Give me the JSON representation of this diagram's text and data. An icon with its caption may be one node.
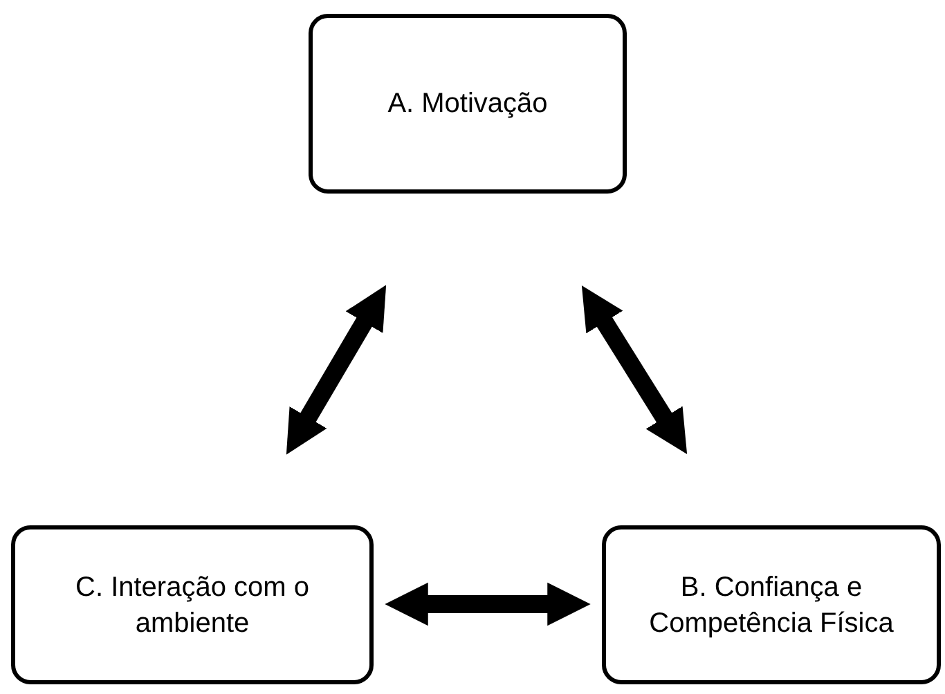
{
  "diagram": {
    "nodes": [
      {
        "text": [
          "A. Motivação"
        ]
      },
      {
        "text": [
          "C. Interação com o ambiente"
        ]
      },
      {
        "text": [
          "B. Confiança e Competência Física"
        ]
      }
    ],
    "edges": [
      {
        "from": 0,
        "to": 1,
        "arrow": "both"
      },
      {
        "from": 0,
        "to": 2,
        "arrow": "both"
      },
      {
        "from": 1,
        "to": 2,
        "arrow": "both"
      }
    ]
  }
}
